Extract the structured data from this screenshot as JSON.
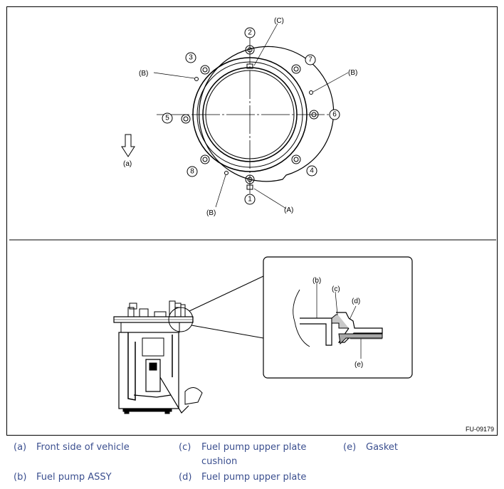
{
  "figure": {
    "figure_id": "FU-09179",
    "callouts": {
      "C": "(C)",
      "B_left": "(B)",
      "B_right": "(B)",
      "B_bottom": "(B)",
      "A": "(A)",
      "a": "(a)",
      "b": "(b)",
      "c": "(c)",
      "d": "(d)",
      "e": "(e)"
    },
    "bolt_numbers": [
      "1",
      "2",
      "3",
      "4",
      "5",
      "6",
      "7",
      "8"
    ]
  },
  "legend": [
    {
      "key": "(a)",
      "text": "Front side of vehicle"
    },
    {
      "key": "(b)",
      "text": "Fuel pump ASSY"
    },
    {
      "key": "(c)",
      "text": "Fuel pump upper plate cushion"
    },
    {
      "key": "(d)",
      "text": "Fuel pump upper plate"
    },
    {
      "key": "(e)",
      "text": "Gasket"
    }
  ],
  "colors": {
    "legend_text": "#3b4f8f",
    "line": "#000000"
  }
}
